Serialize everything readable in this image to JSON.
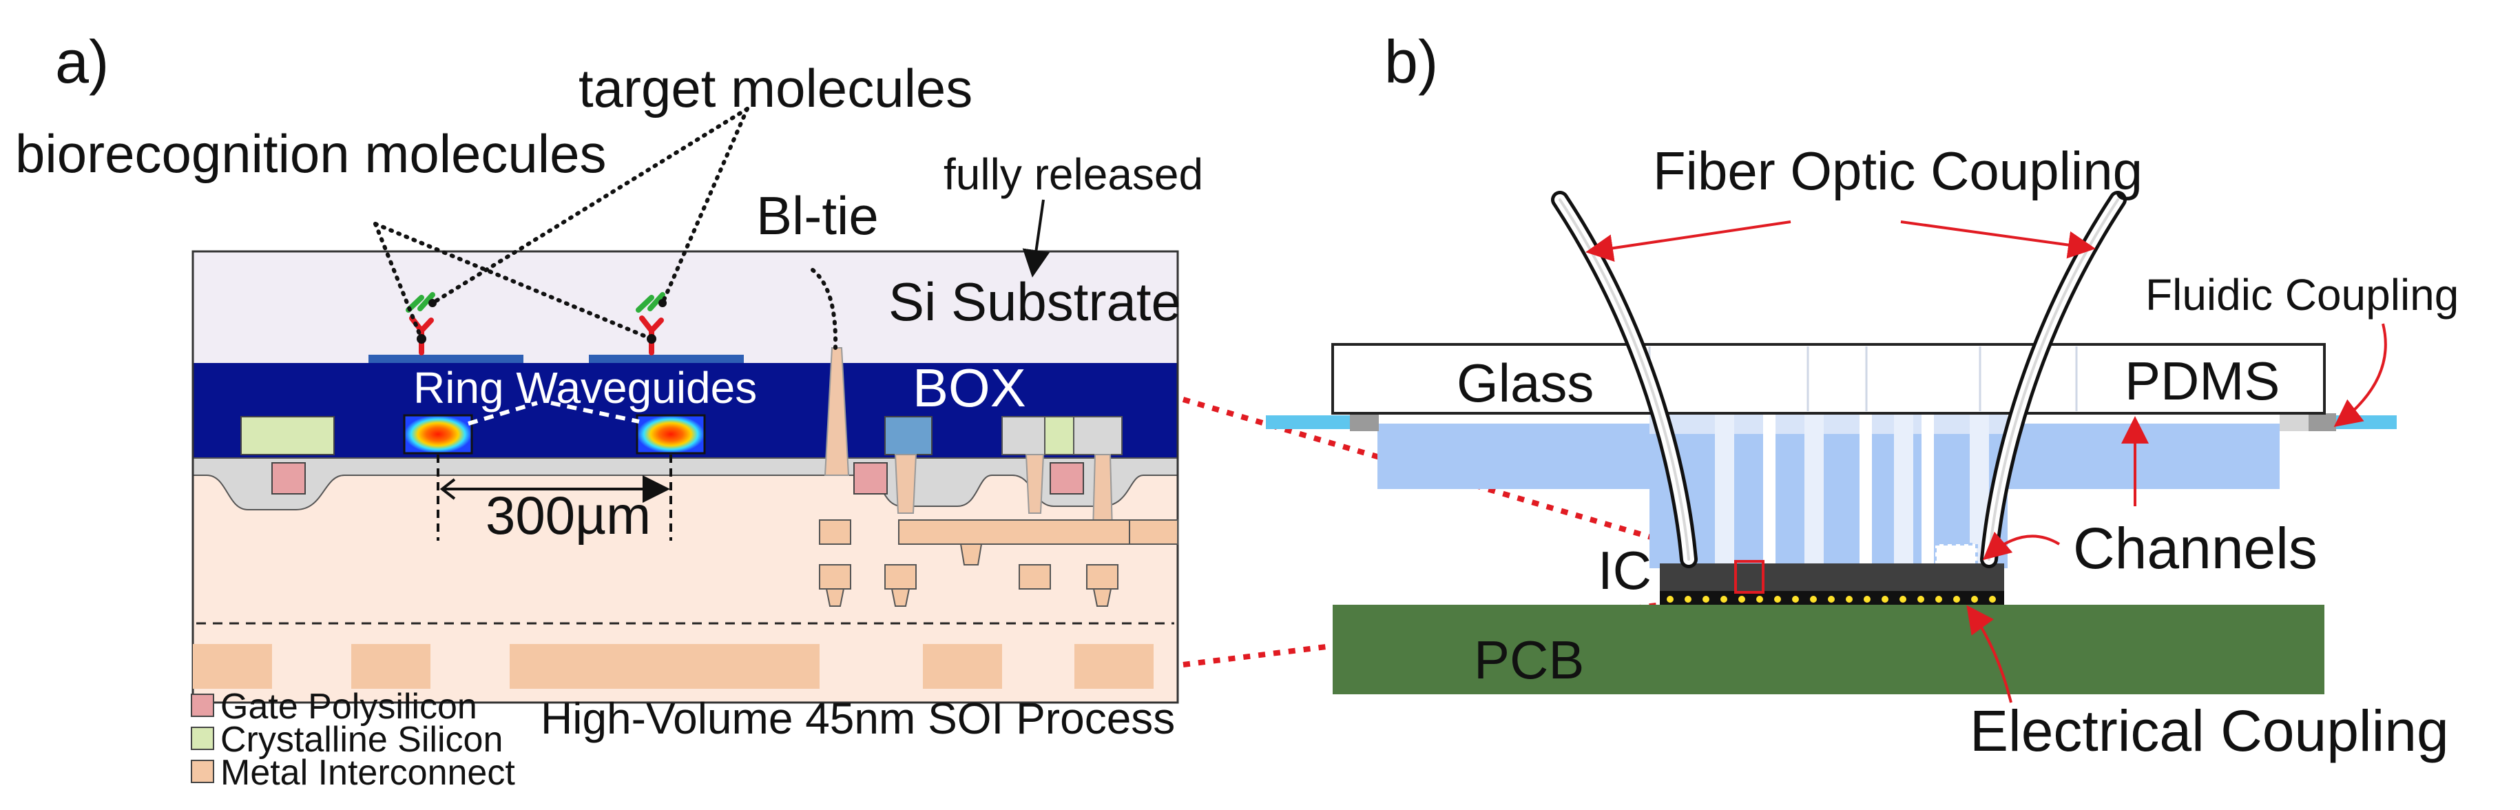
{
  "panels": {
    "a": "a)",
    "b": "b)"
  },
  "panel_a": {
    "target_molecules": "target molecules",
    "biorecognition_molecules": "biorecognition molecules",
    "fully_released": "fully released",
    "bl_tie": "Bl-tie",
    "si_substrate": "Si Substrate",
    "box": "BOX",
    "ring_waveguides": "Ring Waveguides",
    "spacing": "300µm",
    "process": "High-Volume 45nm SOI Process",
    "legend": [
      {
        "label": "Gate Polysilicon",
        "color": "#e7a1a4"
      },
      {
        "label": "Crystalline Silicon",
        "color": "#d8e9b4"
      },
      {
        "label": "Metal Interconnect",
        "color": "#f4c7a4"
      }
    ]
  },
  "panel_b": {
    "fiber_optic": "Fiber Optic Coupling",
    "fluidic": "Fluidic Coupling",
    "glass": "Glass",
    "pdms": "PDMS",
    "channels": "Channels",
    "ic": "IC",
    "pcb": "PCB",
    "electrical": "Electrical Coupling"
  },
  "colors": {
    "substrate": "#f1edf5",
    "box": "#06128f",
    "interconnect_bg": "#fde9dd",
    "metal": "#f4c7a4",
    "pcb": "#4f7b42",
    "channel": "#a9c8f5",
    "fluid": "#5ec6ee",
    "annotation_red": "#e11b22"
  }
}
